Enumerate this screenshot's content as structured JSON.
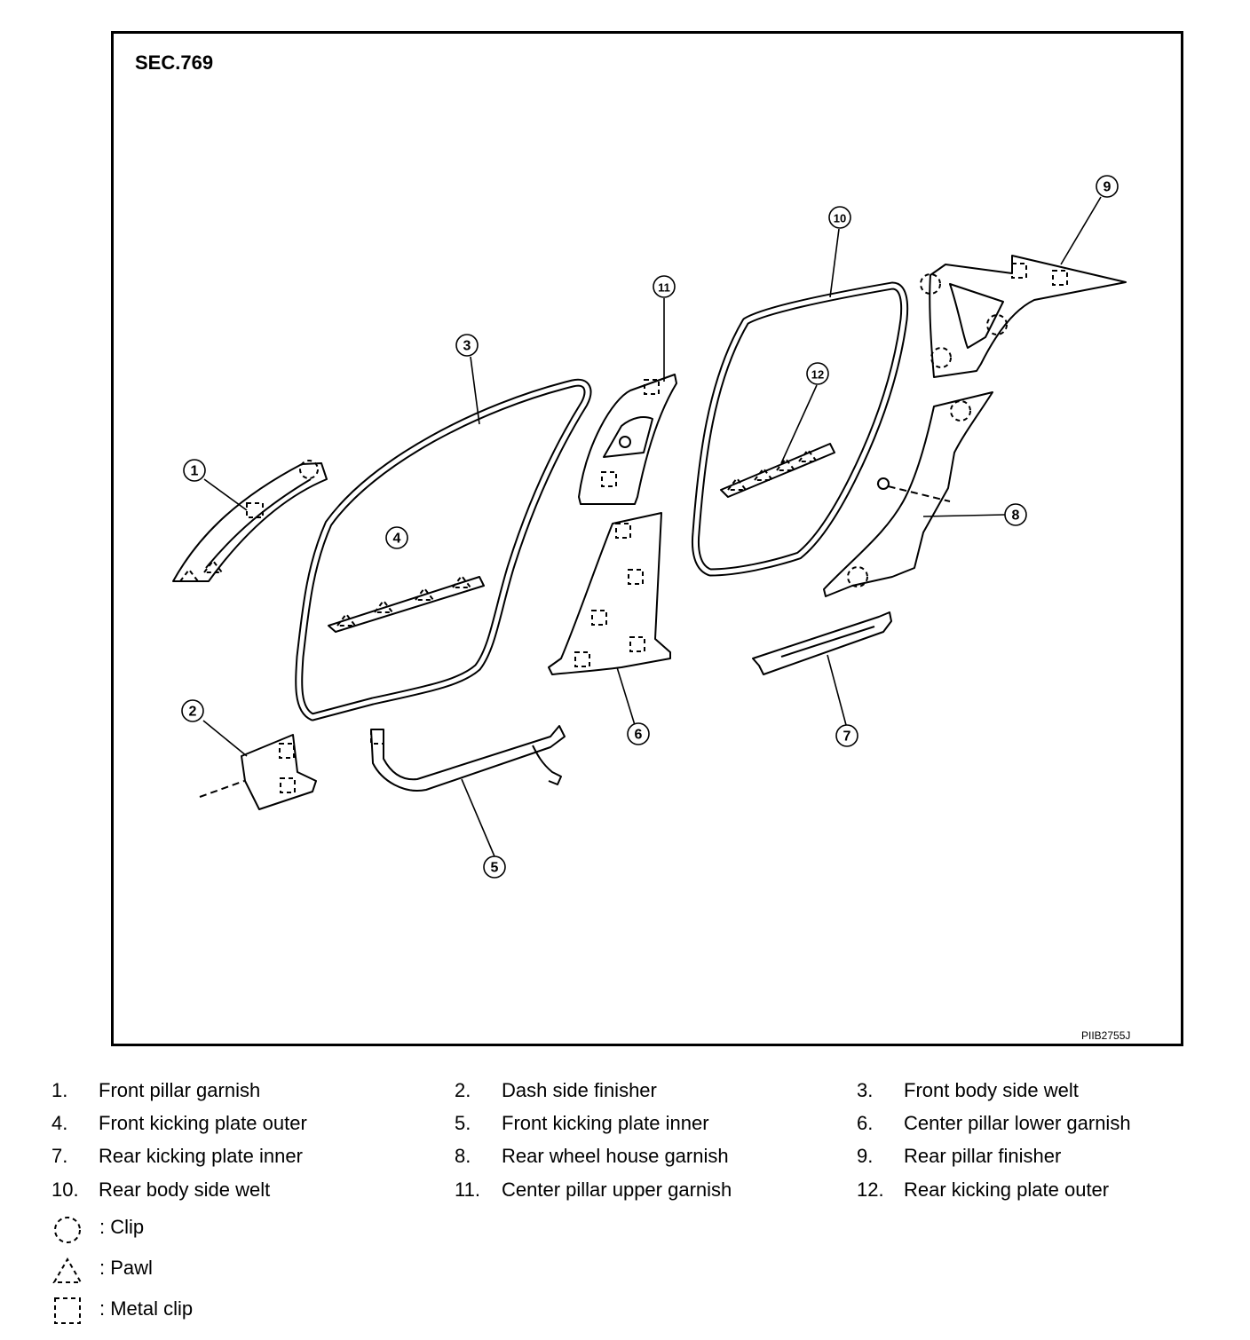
{
  "section": "SEC.769",
  "figure_code": "PIIB2755J",
  "callouts": [
    "1",
    "2",
    "3",
    "4",
    "5",
    "6",
    "7",
    "8",
    "9",
    "10",
    "11",
    "12"
  ],
  "parts": [
    {
      "num": "1.",
      "label": "Front pillar garnish"
    },
    {
      "num": "2.",
      "label": "Dash side finisher"
    },
    {
      "num": "3.",
      "label": "Front body side welt"
    },
    {
      "num": "4.",
      "label": "Front kicking plate outer"
    },
    {
      "num": "5.",
      "label": "Front kicking plate inner"
    },
    {
      "num": "6.",
      "label": "Center pillar lower garnish"
    },
    {
      "num": "7.",
      "label": "Rear kicking plate inner"
    },
    {
      "num": "8.",
      "label": "Rear wheel house garnish"
    },
    {
      "num": "9.",
      "label": "Rear pillar finisher"
    },
    {
      "num": "10.",
      "label": "Rear body side welt"
    },
    {
      "num": "11.",
      "label": "Center pillar upper garnish"
    },
    {
      "num": "12.",
      "label": "Rear kicking plate outer"
    }
  ],
  "symbols": [
    {
      "icon": "dashed-circle-icon",
      "label": ": Clip"
    },
    {
      "icon": "dashed-triangle-icon",
      "label": ": Pawl"
    },
    {
      "icon": "dashed-square-icon",
      "label": ": Metal clip"
    }
  ]
}
